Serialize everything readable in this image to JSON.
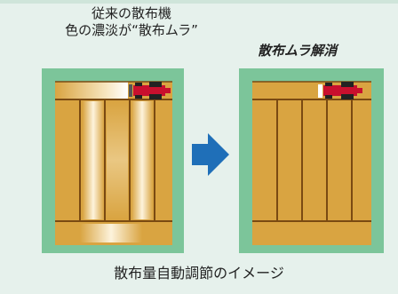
{
  "before": {
    "title_line1": "従来の散布機",
    "title_line2": "色の濃淡が“散布ムラ”"
  },
  "after": {
    "title": "散布ムラ解消"
  },
  "footer": {
    "caption": "散布量自動調節のイメージ"
  },
  "colors": {
    "background": "#e6f1ec",
    "field_border": "#7cc59a",
    "crop": "#d9a441",
    "tractor": "#c8102e",
    "arrow": "#1f6fb8"
  }
}
